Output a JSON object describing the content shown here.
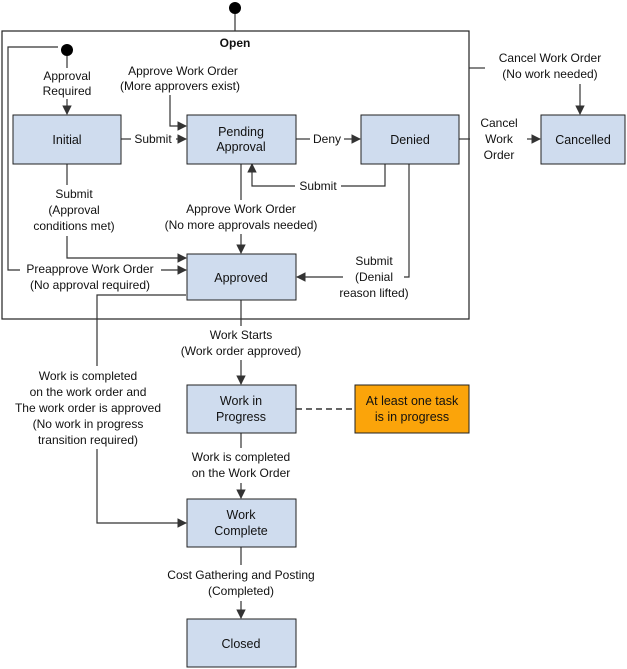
{
  "diagram": {
    "region_open": "Open",
    "states": {
      "initial": [
        "Initial"
      ],
      "pending": [
        "Pending",
        "Approval"
      ],
      "denied": [
        "Denied"
      ],
      "cancelled": [
        "Cancelled"
      ],
      "approved": [
        "Approved"
      ],
      "in_progress": [
        "Work in",
        "Progress"
      ],
      "complete": [
        "Work",
        "Complete"
      ],
      "closed": [
        "Closed"
      ]
    },
    "note": [
      "At least one task",
      "is in progress"
    ],
    "transitions": {
      "approval_required": [
        "Approval",
        "Required"
      ],
      "approve_more": [
        "Approve Work Order",
        "(More approvers exist)"
      ],
      "submit": [
        "Submit"
      ],
      "deny": [
        "Deny"
      ],
      "resubmit": [
        "Submit"
      ],
      "cancel_open": [
        "Cancel Work Order",
        "(No work needed)"
      ],
      "cancel_denied": [
        "Cancel",
        "Work",
        "Order"
      ],
      "submit_conditions": [
        "Submit",
        "(Approval",
        "conditions met)"
      ],
      "approve_final": [
        "Approve Work Order",
        "(No more approvals needed)"
      ],
      "preapprove": [
        "Preapprove Work Order",
        "(No approval required)"
      ],
      "submit_denial": [
        "Submit",
        "(Denial",
        "reason lifted)"
      ],
      "work_starts": [
        "Work Starts",
        "(Work order approved)"
      ],
      "work_completed_direct": [
        "Work is completed",
        "on the work order and",
        "The work order is approved",
        "(No work in progress",
        "transition required)"
      ],
      "work_completed": [
        "Work is completed",
        "on the Work Order"
      ],
      "cost_gathering": [
        "Cost Gathering and Posting",
        "(Completed)"
      ]
    }
  }
}
